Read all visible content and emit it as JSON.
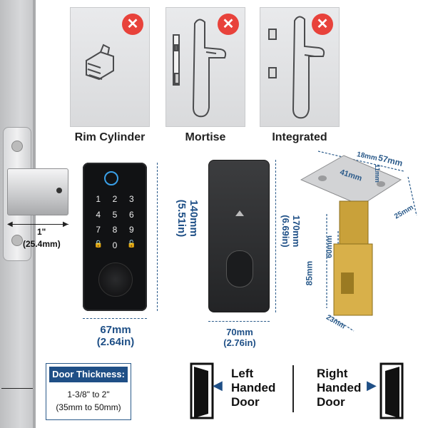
{
  "lock_types": [
    {
      "label": "Rim Cylinder",
      "icon": "rim-cylinder-icon",
      "status": "✕"
    },
    {
      "label": "Mortise",
      "icon": "mortise-lock-icon",
      "status": "✕"
    },
    {
      "label": "Integrated",
      "icon": "integrated-lock-icon",
      "status": "✕"
    }
  ],
  "bore": {
    "inch": "1\"",
    "mm": "(25.4mm)"
  },
  "front_panel": {
    "keypad_keys": [
      "1",
      "2",
      "3",
      "4",
      "5",
      "6",
      "7",
      "8",
      "9",
      "🔒",
      "0",
      "🔓"
    ],
    "height_mm": "140mm",
    "height_in": "(5.51in)",
    "width_mm": "67mm",
    "width_in": "(2.64in)"
  },
  "back_panel": {
    "height_mm": "170mm",
    "height_in": "(6.69in)",
    "width_mm": "70mm",
    "width_in": "(2.76in)"
  },
  "latch": {
    "dim_18": "18mm",
    "dim_57": "57mm",
    "dim_11": "11mm",
    "dim_41": "41mm",
    "dim_25": "25mm",
    "dim_60": "60mm",
    "dim_85": "85mm",
    "dim_23": "23mm"
  },
  "door_thickness": {
    "heading": "Door Thickness:",
    "range_in": "1-3/8\" to 2\"",
    "range_mm": "(35mm to 50mm)"
  },
  "handed": {
    "left": [
      "Left",
      "Handed",
      "Door"
    ],
    "right": [
      "Right",
      "Handed",
      "Door"
    ]
  },
  "colors": {
    "accent": "#1f4f86",
    "warning": "#e8423b",
    "brass": "#c9a13a"
  }
}
